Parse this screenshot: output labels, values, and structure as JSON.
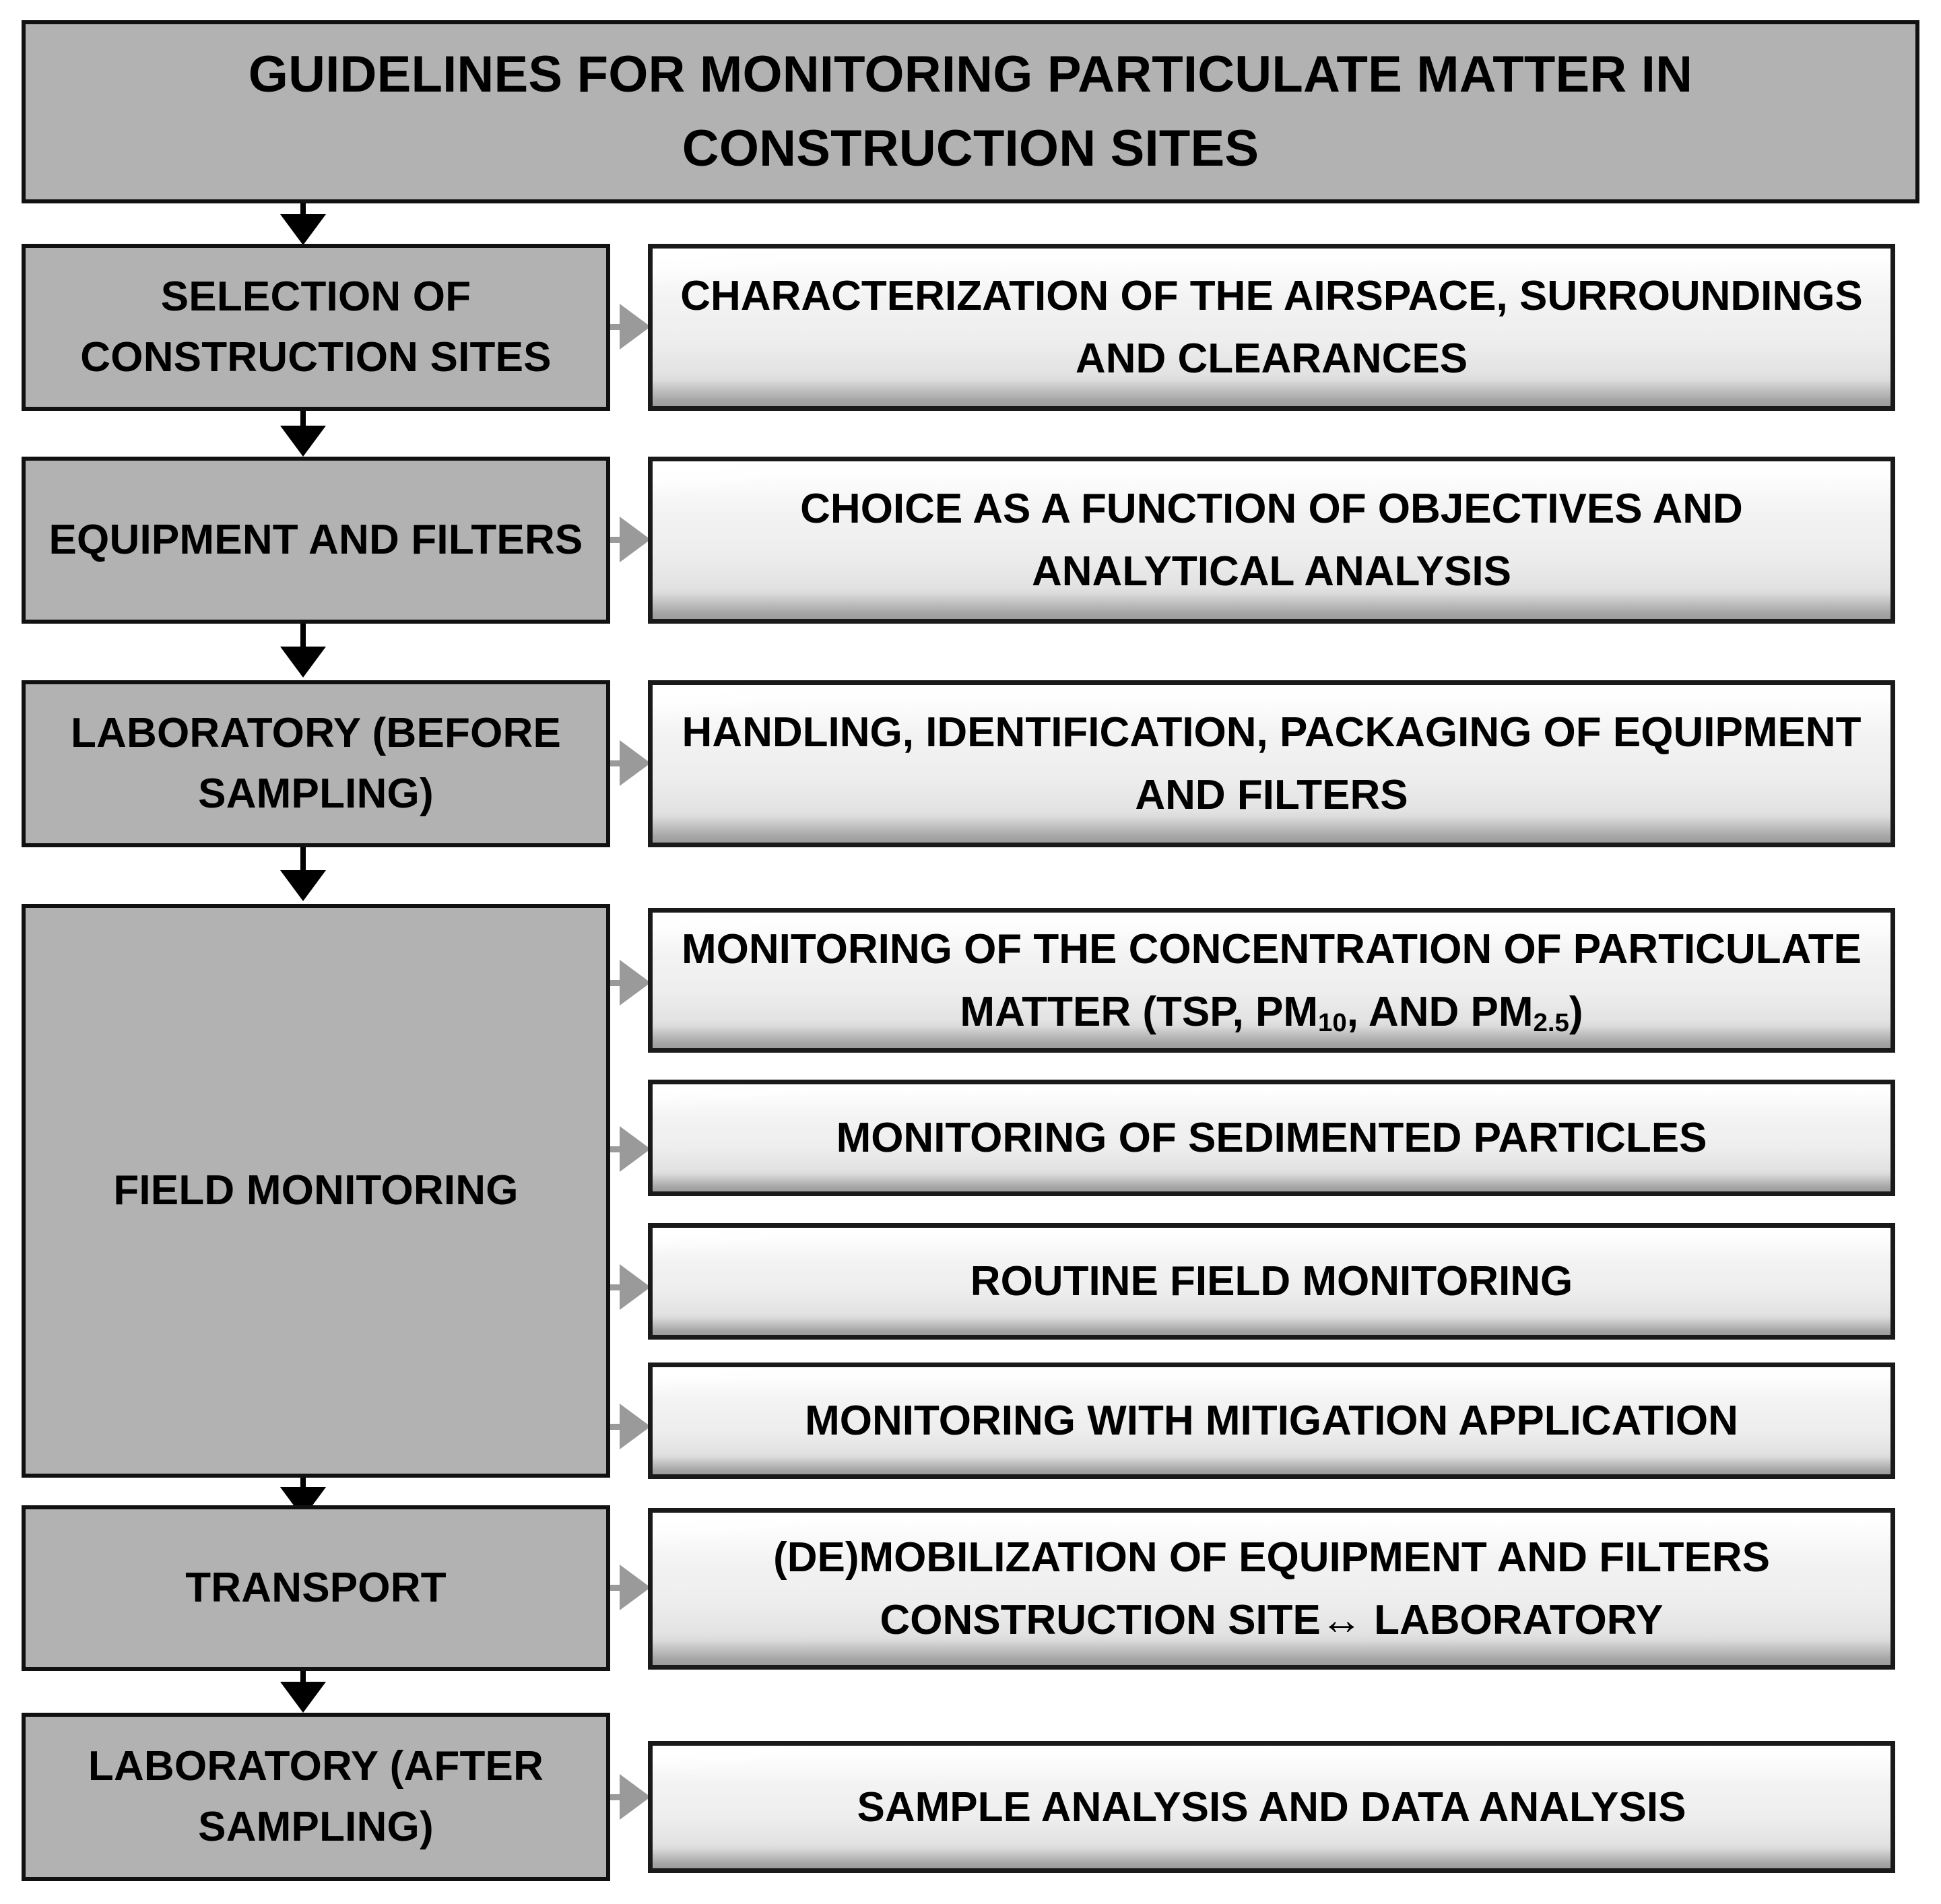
{
  "diagram": {
    "title": "GUIDELINES FOR MONITORING PARTICULATE MATTER IN CONSTRUCTION SITES",
    "colors": {
      "stage_fill": "#b2b2b2",
      "detail_fill": "#eeeeee",
      "border": "#111111",
      "connector_arrow": "#9a9a9a",
      "flow_arrow": "#000000",
      "background": "#ffffff"
    },
    "stages": [
      {
        "id": "selection-of-construction-sites",
        "label": "SELECTION OF CONSTRUCTION SITES",
        "details": [
          {
            "id": "characterization-airspace",
            "label": "CHARACTERIZATION OF THE AIRSPACE, SURROUNDINGS AND CLEARANCES"
          }
        ]
      },
      {
        "id": "equipment-and-filters",
        "label": "EQUIPMENT AND FILTERS",
        "details": [
          {
            "id": "choice-as-function-of-objectives",
            "label": "CHOICE AS A FUNCTION OF OBJECTIVES AND ANALYTICAL ANALYSIS"
          }
        ]
      },
      {
        "id": "laboratory-before-sampling",
        "label": "LABORATORY (BEFORE SAMPLING)",
        "details": [
          {
            "id": "handling-identification-packaging",
            "label": "HANDLING, IDENTIFICATION, PACKAGING OF EQUIPMENT AND FILTERS"
          }
        ]
      },
      {
        "id": "field-monitoring",
        "label": "FIELD MONITORING",
        "details": [
          {
            "id": "monitoring-concentration-pm",
            "label_html": "MONITORING OF THE CONCENTRATION OF PARTICULATE MATTER (TSP, PM<sub>10</sub>, AND PM<sub>2.5</sub>)"
          },
          {
            "id": "monitoring-sedimented-particles",
            "label": "MONITORING OF SEDIMENTED PARTICLES"
          },
          {
            "id": "routine-field-monitoring",
            "label": "ROUTINE FIELD MONITORING"
          },
          {
            "id": "monitoring-with-mitigation",
            "label": "MONITORING WITH MITIGATION APPLICATION"
          }
        ]
      },
      {
        "id": "transport",
        "label": "TRANSPORT",
        "details": [
          {
            "id": "demobilization-of-equipment",
            "label_html": "(DE)MOBILIZATION OF EQUIPMENT AND FILTERS CONSTRUCTION SITE&#8596; LABORATORY"
          }
        ]
      },
      {
        "id": "laboratory-after-sampling",
        "label": "LABORATORY (AFTER SAMPLING)",
        "details": [
          {
            "id": "sample-analysis-data-analysis",
            "label": "SAMPLE ANALYSIS AND DATA ANALYSIS"
          }
        ]
      }
    ]
  }
}
